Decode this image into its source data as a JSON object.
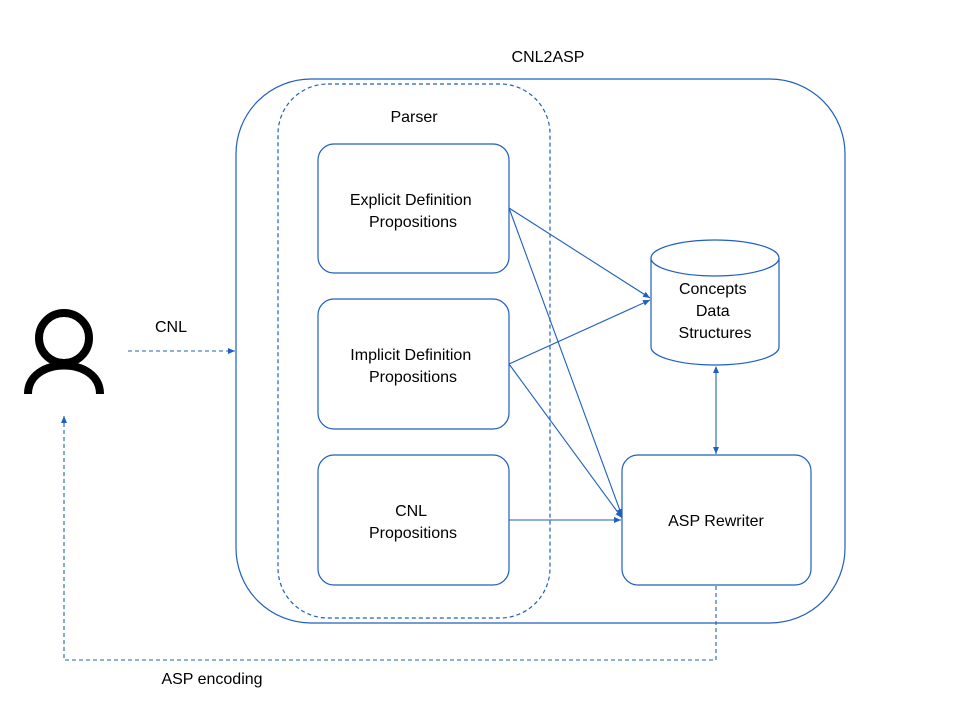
{
  "colors": {
    "line": "#1f5fbf",
    "text": "#000000",
    "user_icon": "#000000"
  },
  "system": {
    "title": "CNL2ASP"
  },
  "parser": {
    "title": "Parser"
  },
  "components": {
    "explicit": {
      "line1": "Explicit Definition",
      "line2": "Propositions"
    },
    "implicit": {
      "line1": "Implicit Definition",
      "line2": "Propositions"
    },
    "cnl": {
      "line1": "CNL",
      "line2": "Propositions"
    },
    "concepts": {
      "line1": "Concepts",
      "line2": "Data",
      "line3": "Structures"
    },
    "rewriter": {
      "label": "ASP Rewriter"
    }
  },
  "user": {
    "icon": "person-icon"
  },
  "edges": {
    "input_label": "CNL",
    "output_label": "ASP encoding"
  }
}
